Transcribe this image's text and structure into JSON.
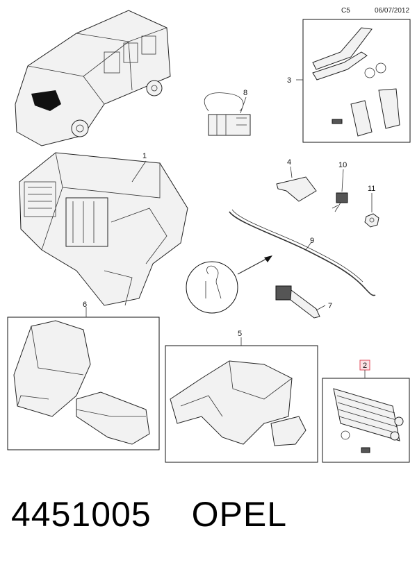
{
  "header": {
    "sheet_code": "C5",
    "date": "06/07/2012"
  },
  "callouts": {
    "c1": "1",
    "c2": "2",
    "c3": "3",
    "c4": "4",
    "c5": "5",
    "c6": "6",
    "c7": "7",
    "c8": "8",
    "c9": "9",
    "c10": "10",
    "c11": "11"
  },
  "highlight_color": "#e04a5a",
  "footer": {
    "part_number": "4451005",
    "brand": "OPEL"
  }
}
